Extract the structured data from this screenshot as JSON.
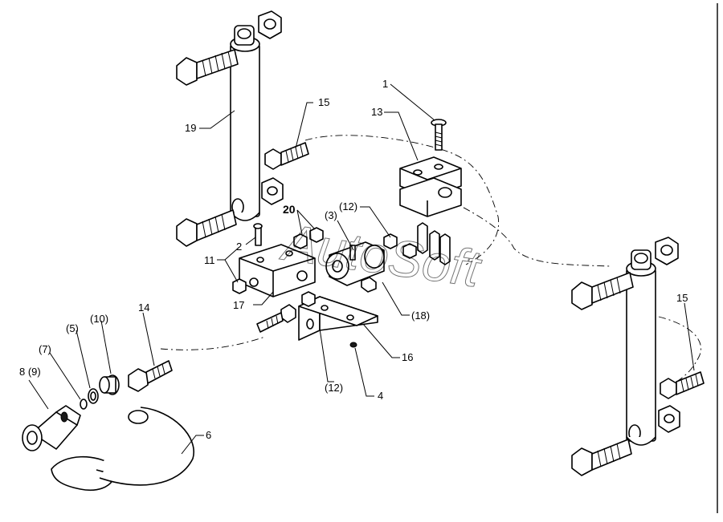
{
  "watermark": "AutoSoft",
  "callouts": {
    "c1": "1",
    "c2": "2",
    "c3": "(3)",
    "c4": "4",
    "c5": "(5)",
    "c6": "6",
    "c7": "(7)",
    "c8": "8 (9)",
    "c10": "(10)",
    "c11": "11",
    "c12a": "(12)",
    "c12b": "(12)",
    "c13": "13",
    "c14": "14",
    "c15a": "15",
    "c15b": "15",
    "c16": "16",
    "c17": "17",
    "c18": "(18)",
    "c19": "19",
    "c20": "20"
  }
}
